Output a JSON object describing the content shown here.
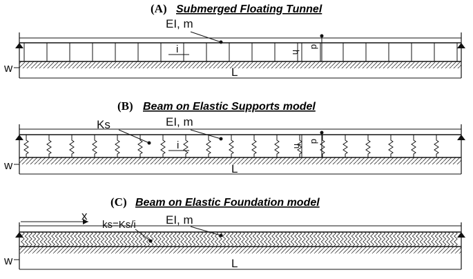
{
  "panels": [
    {
      "id": "A",
      "letter": "(A)",
      "title": "Submerged Floating Tunnel",
      "beam_label": "EI, m",
      "spacing_label": "i",
      "h_label": "h",
      "d_label": "d",
      "w_label": "w",
      "length_label": "L",
      "support_type": "rigid-tethers"
    },
    {
      "id": "B",
      "letter": "(B)",
      "title": "Beam on Elastic Supports model",
      "beam_label": "EI, m",
      "spring_label": "Ks",
      "spacing_label": "i",
      "h_label": "h",
      "d_label": "d",
      "w_label": "w",
      "length_label": "L",
      "support_type": "discrete-springs"
    },
    {
      "id": "C",
      "letter": "(C)",
      "title": "Beam on Elastic Foundation model",
      "beam_label": "EI, m",
      "foundation_label": "ks=Ks/i",
      "x_label": "x",
      "w_label": "w",
      "length_label": "L",
      "support_type": "continuous-foundation"
    }
  ],
  "colors": {
    "ink": "#111111",
    "background": "#ffffff"
  }
}
